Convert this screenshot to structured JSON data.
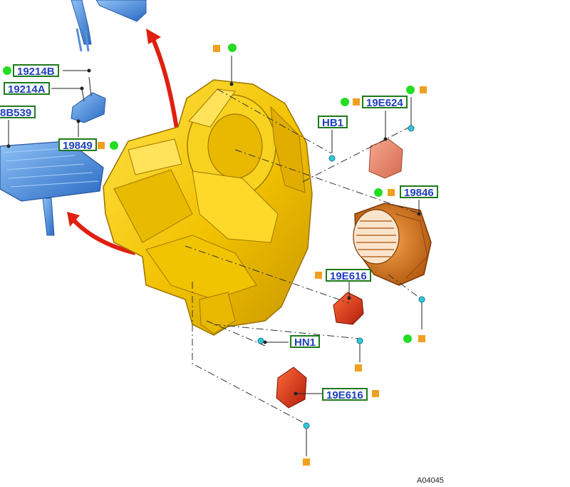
{
  "callouts": {
    "c19214b": "19214B",
    "c19214a": "19214A",
    "c18b539": "8B539",
    "c19849": "19849",
    "chb1": "HB1",
    "c19e624": "19E624",
    "c19846": "19846",
    "c19e616_upper": "19E616",
    "chn1": "HN1",
    "c19e616_lower": "19E616"
  },
  "figure_id": "A04045",
  "colors": {
    "callout_border": "#1e7a1e",
    "callout_text": "#1f3fbf",
    "marker_green": "#22dd22",
    "marker_orange": "#f0a020",
    "housing": "#f2c200",
    "blower_motor": "#d9781e",
    "actuator": "#d83a1a",
    "heater_core": "#3a7fd5",
    "arrow": "#e02010"
  }
}
